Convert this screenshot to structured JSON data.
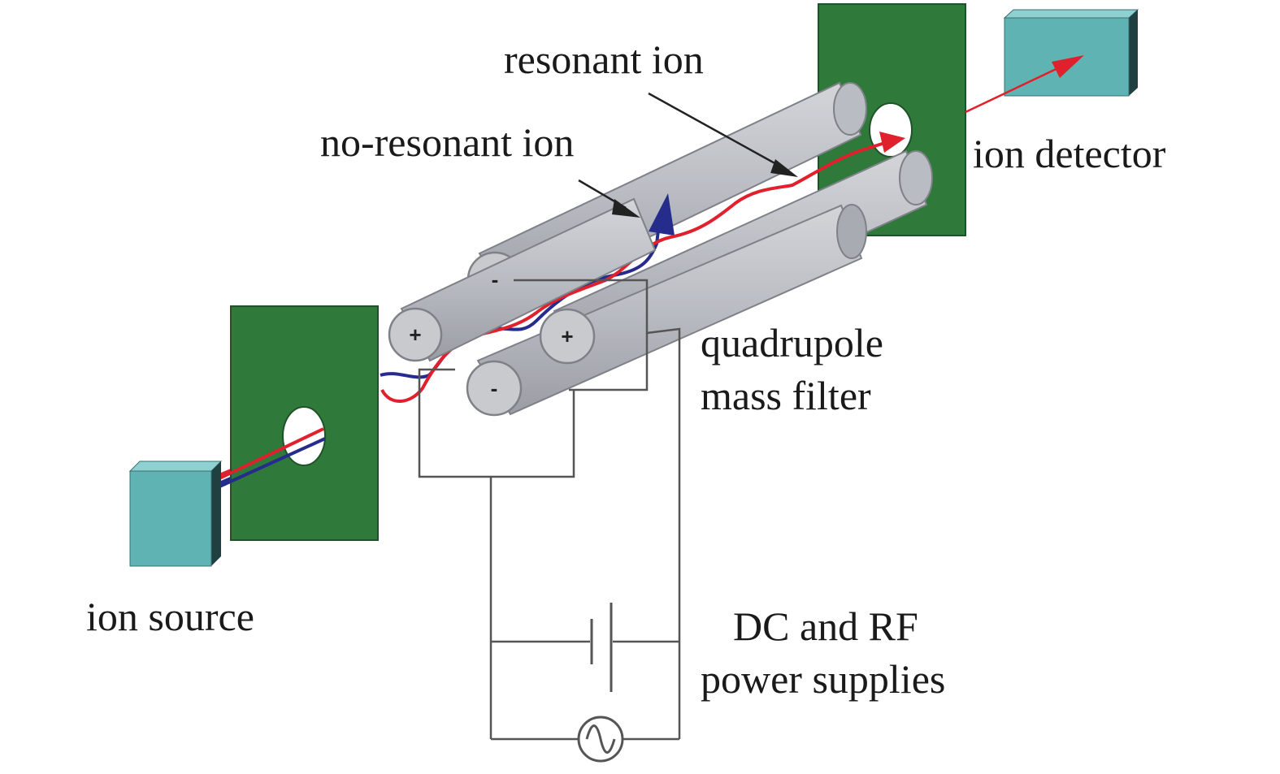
{
  "labels": {
    "resonant_ion": "resonant ion",
    "non_resonant_ion": "no-resonant ion",
    "ion_detector": "ion detector",
    "quadrupole_line1": "quadrupole",
    "quadrupole_line2": "mass filter",
    "ion_source": "ion source",
    "power_line1": "DC and RF",
    "power_line2": "power supplies"
  },
  "rod_signs": {
    "top_rod": "-",
    "left_rod": "+",
    "right_rod": "+",
    "bottom_rod": "-"
  },
  "colors": {
    "plate": "#2f7a3b",
    "box_face": "#5fb3b3",
    "box_top": "#8fd0d0",
    "box_side": "#1f3f40",
    "rod": "#b9bcc2",
    "rod_edge": "#7e8288",
    "resonant_path": "#e0202c",
    "non_resonant_path": "#262c8c",
    "wire": "#555555"
  },
  "icons": {
    "rf_source": "ac-sine-source-icon",
    "dc_source": "battery-icon"
  }
}
